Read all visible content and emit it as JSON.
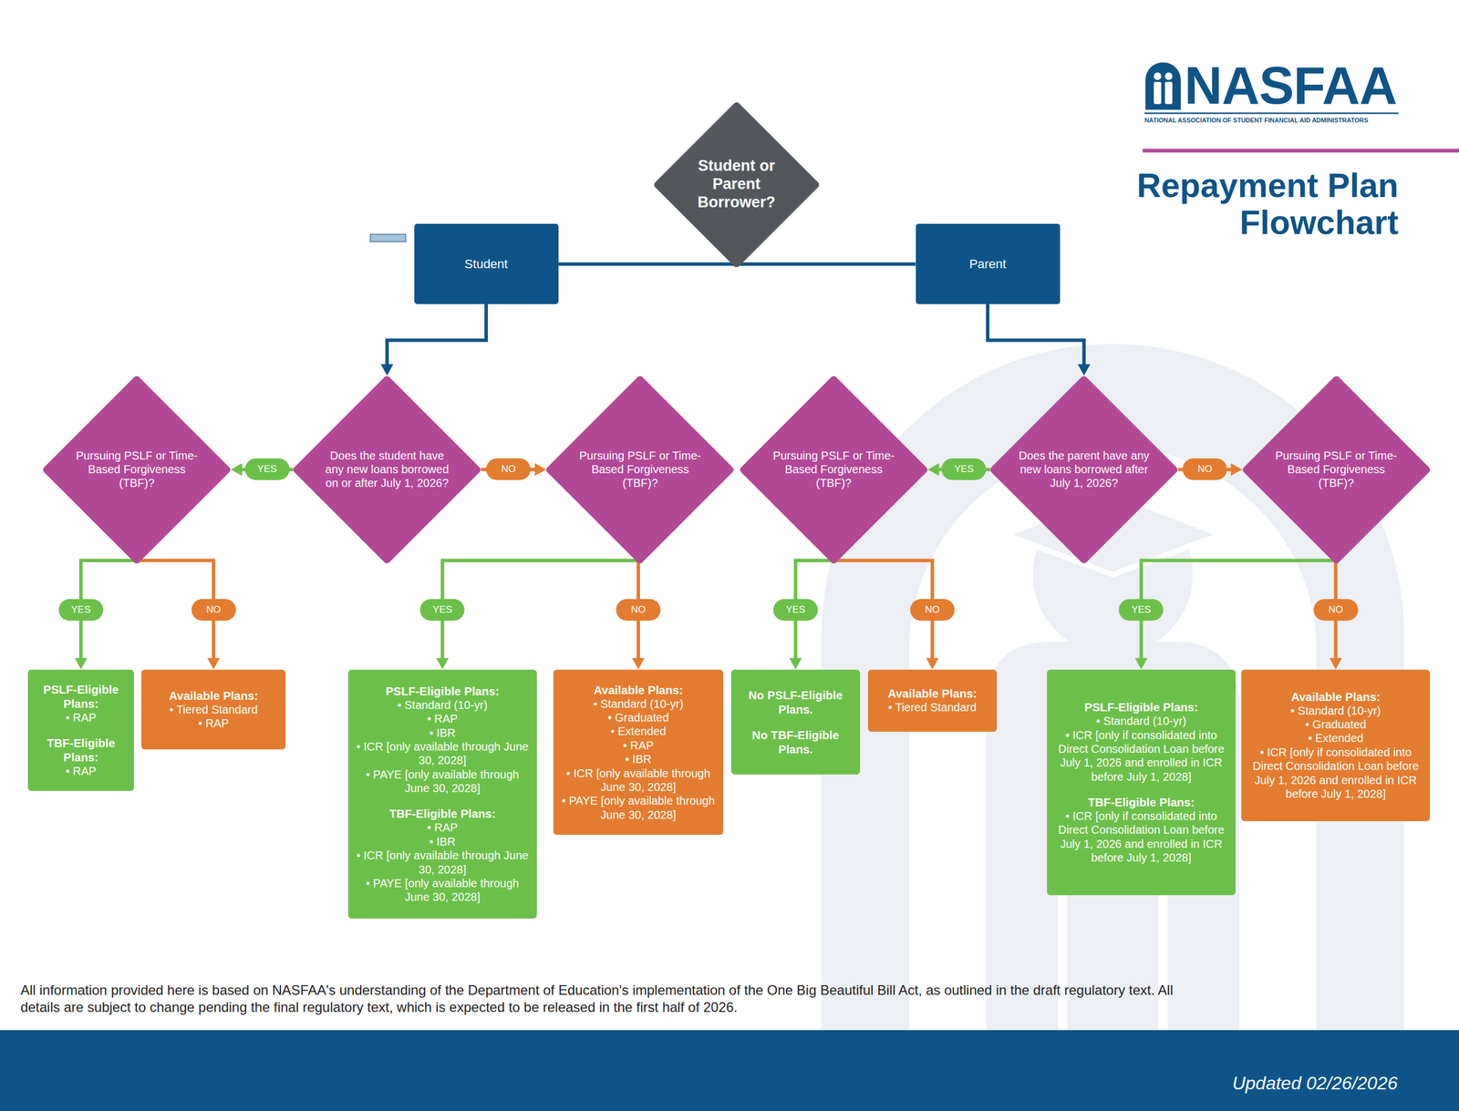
{
  "diagram": {
    "title": "Repayment Plan Flowchart",
    "caption": "All information provided here is based on NASFAA's understanding of the Department of Education's implementation of the One Big Beautiful Bill Act, as outlined in the draft regulatory text. All details are subject to change pending the final regulatory text, which is expected to be released in the first half of 2026.",
    "nodes": [
      {
        "text": [
          "Student or Parent Borrower?"
        ]
      },
      {
        "text": [
          "Student"
        ]
      },
      {
        "text": [
          "Parent"
        ]
      },
      {
        "text": [
          "Pursuing PSLF or Time-Based Forgiveness (TBF)?"
        ]
      },
      {
        "text": [
          "Does the student have any new loans borrowed on or after July 1, 2026?"
        ]
      },
      {
        "text": [
          "Pursuing PSLF or Time-Based Forgiveness (TBF)?"
        ]
      },
      {
        "text": [
          "Pursuing PSLF or Time-Based Forgiveness (TBF)?"
        ]
      },
      {
        "text": [
          "Does the parent have any new loans borrowed after July 1, 2026?"
        ]
      },
      {
        "text": [
          "Pursuing PSLF or Time-Based Forgiveness (TBF)?"
        ]
      },
      {
        "text": [
          "PSLF-Eligible Plans:",
          "• RAP",
          "TBF-Eligible Plans:",
          "• RAP"
        ]
      },
      {
        "text": [
          "Available Plans:",
          "• Tiered Standard",
          "• RAP"
        ]
      },
      {
        "text": [
          "PSLF-Eligible Plans:",
          "• Standard (10-yr)",
          "• RAP",
          "• IBR",
          "• ICR [only available through June 30, 2028]",
          "• PAYE [only available through June 30, 2028]",
          "TBF-Eligible Plans:",
          "• RAP",
          "• IBR",
          "• ICR [only available through June 30, 2028]",
          "• PAYE [only available through June 30, 2028]"
        ]
      },
      {
        "text": [
          "Available Plans:",
          "• Standard (10-yr)",
          "• Graduated",
          "• Extended",
          "• RAP",
          "• IBR",
          "• ICR [only available through June 30, 2028]",
          "• PAYE [only available through June 30, 2028]"
        ]
      },
      {
        "text": [
          "No PSLF-Eligible Plans.",
          "No TBF-Eligible Plans."
        ]
      },
      {
        "text": [
          "Available Plans:",
          "• Tiered Standard"
        ]
      },
      {
        "text": [
          "PSLF-Eligible Plans:",
          "• Standard (10-yr)",
          "• ICR [only if consolidated into Direct Consolidation Loan before July 1, 2026 and enrolled in ICR before July 1, 2028]",
          "TBF-Eligible Plans:",
          "• ICR [only if consolidated into Direct Consolidation Loan before July 1, 2026 and enrolled in ICR before July 1, 2028]"
        ]
      },
      {
        "text": [
          "Available Plans:",
          "• Standard (10-yr)",
          "• Graduated",
          "• Extended",
          "• ICR [only if consolidated into Direct Consolidation Loan before July 1, 2026 and enrolled in ICR before July 1, 2028]"
        ]
      }
    ],
    "edges": [
      {
        "from": 0,
        "to": 1,
        "arrow": "none"
      },
      {
        "from": 0,
        "to": 2,
        "arrow": "none"
      },
      {
        "from": 1,
        "to": 4,
        "arrow": "to"
      },
      {
        "from": 2,
        "to": 7,
        "arrow": "to"
      },
      {
        "from": 4,
        "to": 3,
        "label": "YES",
        "arrow": "to"
      },
      {
        "from": 4,
        "to": 5,
        "label": "NO",
        "arrow": "to"
      },
      {
        "from": 7,
        "to": 6,
        "label": "YES",
        "arrow": "to"
      },
      {
        "from": 7,
        "to": 8,
        "label": "NO",
        "arrow": "to"
      },
      {
        "from": 3,
        "to": 9,
        "label": "YES",
        "arrow": "to"
      },
      {
        "from": 3,
        "to": 10,
        "label": "NO",
        "arrow": "to"
      },
      {
        "from": 5,
        "to": 11,
        "label": "YES",
        "arrow": "to"
      },
      {
        "from": 5,
        "to": 12,
        "label": "NO",
        "arrow": "to"
      },
      {
        "from": 6,
        "to": 13,
        "label": "YES",
        "arrow": "to"
      },
      {
        "from": 6,
        "to": 14,
        "label": "NO",
        "arrow": "to"
      },
      {
        "from": 8,
        "to": 15,
        "label": "YES",
        "arrow": "to"
      },
      {
        "from": 8,
        "to": 16,
        "label": "NO",
        "arrow": "to"
      }
    ],
    "labels": [
      "NASFAA",
      "NATIONAL ASSOCIATION OF STUDENT FINANCIAL AID ADMINISTRATORS",
      "Updated 02/26/2026"
    ]
  }
}
